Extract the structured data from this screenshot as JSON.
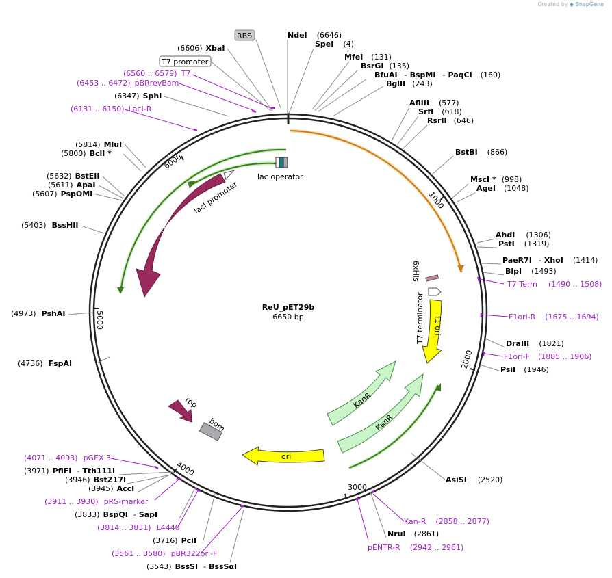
{
  "credit": {
    "prefix": "Created by",
    "brand": "SnapGene"
  },
  "plasmid": {
    "name": "ReU_pET29b",
    "length_label": "6650 bp"
  },
  "ticks": [
    {
      "key": "t1000",
      "label": "1000"
    },
    {
      "key": "t2000",
      "label": "2000"
    },
    {
      "key": "t3000",
      "label": "3000"
    },
    {
      "key": "t4000",
      "label": "4000"
    },
    {
      "key": "t5000",
      "label": "5000"
    },
    {
      "key": "t6000",
      "label": "6000"
    }
  ],
  "features": {
    "lacI": "lacI",
    "lacI_promoter": "lacI promoter",
    "lac_operator": "lac operator",
    "his6": "6xHis",
    "t7_terminator": "T7 terminator",
    "f1_ori": "f1 ori",
    "kanR_1": "KanR",
    "kanR_2": "KanR",
    "ori": "ori",
    "rop": "rop",
    "bom": "bom",
    "rbs": "RBS",
    "t7_promoter": "T7 promoter"
  },
  "site_labels": {
    "NdeI": {
      "name": "NdeI",
      "pos": "(6646)"
    },
    "SpeI": {
      "name": "SpeI",
      "pos": "(4)"
    },
    "MfeI": {
      "name": "MfeI",
      "pos": "(131)"
    },
    "BsrGI": {
      "name": "BsrGI",
      "pos": "(135)"
    },
    "BfuAI": {
      "name": "BfuAI",
      "sep1": "-",
      "name2": "BspMI",
      "sep2": "-",
      "name3": "PaqCI",
      "pos": "(160)"
    },
    "BglII": {
      "name": "BglII",
      "pos": "(243)"
    },
    "AflIII": {
      "name": "AflIII",
      "pos": "(577)"
    },
    "SrfI": {
      "name": "SrfI",
      "pos": "(618)"
    },
    "RsrII": {
      "name": "RsrII",
      "pos": "(646)"
    },
    "BstBI": {
      "name": "BstBI",
      "pos": "(866)"
    },
    "MscI": {
      "name": "MscI *",
      "pos": "(998)"
    },
    "AgeI": {
      "name": "AgeI",
      "pos": "(1048)"
    },
    "AhdI": {
      "name": "AhdI",
      "pos": "(1306)"
    },
    "PstI": {
      "name": "PstI",
      "pos": "(1319)"
    },
    "PaeR7I": {
      "name": "PaeR7I",
      "sep": "-",
      "name2": "XhoI",
      "pos": "(1414)"
    },
    "BlpI": {
      "name": "BlpI",
      "pos": "(1493)"
    },
    "DraIII": {
      "name": "DraIII",
      "pos": "(1821)"
    },
    "PsiI": {
      "name": "PsiI",
      "pos": "(1946)"
    },
    "AsiSI": {
      "name": "AsiSI",
      "pos": "(2520)"
    },
    "NruI": {
      "name": "NruI",
      "pos": "(2861)"
    },
    "BssSI": {
      "pos": "(3543)",
      "name": "BssSI",
      "sep": "-",
      "name2": "BssSαI"
    },
    "PciI": {
      "pos": "(3716)",
      "name": "PciI"
    },
    "BspQI": {
      "pos": "(3833)",
      "name": "BspQI",
      "sep": "-",
      "name2": "SapI"
    },
    "AccI": {
      "pos": "(3945)",
      "name": "AccI"
    },
    "BstZ17I": {
      "pos": "(3946)",
      "name": "BstZ17I"
    },
    "PflFI": {
      "pos": "(3971)",
      "name": "PflFI",
      "sep": "-",
      "name2": "Tth111I"
    },
    "FspAI": {
      "pos": "(4736)",
      "name": "FspAI"
    },
    "PshAI": {
      "pos": "(4973)",
      "name": "PshAI"
    },
    "BssHII": {
      "pos": "(5403)",
      "name": "BssHII"
    },
    "PspOMI": {
      "pos": "(5607)",
      "name": "PspOMI"
    },
    "ApaI": {
      "pos": "(5611)",
      "name": "ApaI"
    },
    "BstEII": {
      "pos": "(5632)",
      "name": "BstEII"
    },
    "BclI": {
      "pos": "(5800)",
      "name": "BclI *"
    },
    "MluI": {
      "pos": "(5814)",
      "name": "MluI"
    },
    "SphI": {
      "pos": "(6347)",
      "name": "SphI"
    },
    "XbaI": {
      "pos": "(6606)",
      "name": "XbaI"
    }
  },
  "primer_labels": {
    "T7": {
      "range": "(6560 .. 6579)",
      "name": "T7"
    },
    "pBRrevBam": {
      "range": "(6453 .. 6472)",
      "name": "pBRrevBam"
    },
    "LacI_R": {
      "range": "(6131 .. 6150)",
      "name": "LacI-R"
    },
    "T7_Term": {
      "name": "T7 Term",
      "range": "(1490 .. 1508)"
    },
    "F1ori_R": {
      "name": "F1ori-R",
      "range": "(1675 .. 1694)"
    },
    "F1ori_F": {
      "name": "F1ori-F",
      "range": "(1885 .. 1906)"
    },
    "Kan_R": {
      "name": "Kan-R",
      "range": "(2858 .. 2877)"
    },
    "pENTR_R": {
      "name": "pENTR-R",
      "range": "(2942 .. 2961)"
    },
    "pGEX3": {
      "range": "(4071 .. 4093)",
      "name": "pGEX 3'"
    },
    "pRS_marker": {
      "range": "(3911 .. 3930)",
      "name": "pRS-marker"
    },
    "L4440": {
      "range": "(3814 .. 3831)",
      "name": "L4440"
    },
    "pBR322ori_F": {
      "range": "(3561 .. 3580)",
      "name": "pBR322ori-F"
    }
  },
  "colors": {
    "backbone": "#222222",
    "lacI": "#9a2a5e",
    "f1_ori": "#ffff00",
    "ori": "#ffff00",
    "kanR": "#c9f5c9",
    "bom": "#a8aab0",
    "primer": "#a020c8",
    "green_arrow": "#5aa02a",
    "orange_arrow": "#c97a1a"
  }
}
